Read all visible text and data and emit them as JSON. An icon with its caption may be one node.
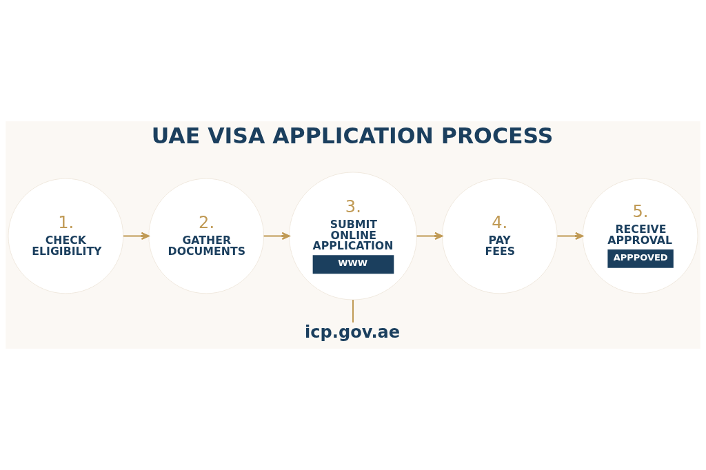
{
  "diagram": {
    "title": "UAE VISA APPLICATION PROCESS",
    "nodes": [
      {
        "text": [
          "1.",
          "CHECK ELIGIBILITY"
        ]
      },
      {
        "text": [
          "2.",
          "GATHER DOCUMENTS"
        ]
      },
      {
        "text": [
          "3.",
          "SUBMIT ONLINE APPLICATION",
          "WWW"
        ]
      },
      {
        "text": [
          "4.",
          "PAY FEES"
        ]
      },
      {
        "text": [
          "5.",
          "RECEIVE APPROVAL",
          "APPPOVED"
        ]
      },
      {
        "text": [
          "icp.gov.ae"
        ]
      }
    ],
    "edges": [
      {
        "from": 0,
        "to": 1,
        "arrow": "to"
      },
      {
        "from": 1,
        "to": 2,
        "arrow": "to"
      },
      {
        "from": 2,
        "to": 3,
        "arrow": "to"
      },
      {
        "from": 3,
        "to": 4,
        "arrow": "to"
      },
      {
        "from": 2,
        "to": 5,
        "arrow": "none"
      }
    ]
  }
}
